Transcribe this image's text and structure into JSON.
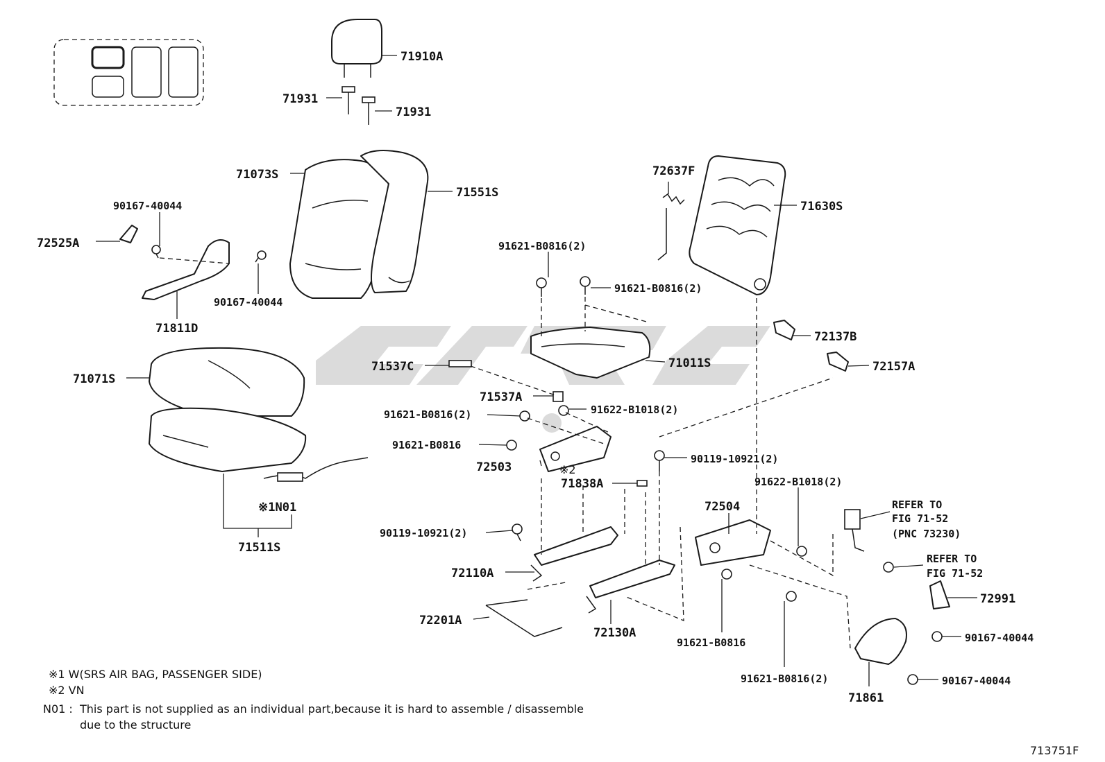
{
  "diagram_id": "713751F",
  "parts": {
    "p71910A": "71910A",
    "p71931_left": "71931",
    "p71931_right": "71931",
    "p71073S": "71073S",
    "p71551S": "71551S",
    "p72637F": "72637F",
    "p71630S": "71630S",
    "p90167_40044_a": "90167-40044",
    "p72525A": "72525A",
    "p90167_40044_b": "90167-40044",
    "p71811D": "71811D",
    "p91621_B0816_2_a": "91621-B0816(2)",
    "p91621_B0816_2_b": "91621-B0816(2)",
    "p71071S": "71071S",
    "p72137B": "72137B",
    "p71537C": "71537C",
    "p71011S": "71011S",
    "p72157A": "72157A",
    "p71537A": "71537A",
    "p91621_B0816_2_c": "91621-B0816(2)",
    "p91622_B1018_2_a": "91622-B1018(2)",
    "p91621_B0816_a": "91621-B0816",
    "p90119_10921_2_a": "90119-10921(2)",
    "p72503": "72503",
    "mark2": "※2",
    "p71838A": "71838A",
    "p91622_B1018_2_b": "91622-B1018(2)",
    "pN01": "※1N01",
    "p72504": "72504",
    "p71511S": "71511S",
    "refer1_line1": "REFER TO",
    "refer1_line2": "FIG 71-52",
    "refer1_line3": "(PNC 73230)",
    "p90119_10921_2_b": "90119-10921(2)",
    "refer2_line1": "REFER TO",
    "refer2_line2": "FIG 71-52",
    "p72110A": "72110A",
    "p72991": "72991",
    "p72201A": "72201A",
    "p72130A": "72130A",
    "p91621_B0816_b": "91621-B0816",
    "p90167_40044_c": "90167-40044",
    "p91621_B0816_2_d": "91621-B0816(2)",
    "p90167_40044_d": "90167-40044",
    "p71861": "71861"
  },
  "notes": {
    "note1": "※1 W(SRS AIR BAG, PASSENGER SIDE)",
    "note2": "※2 VN",
    "n01_code": "N01 :",
    "n01_line1": "This part is not supplied as an individual part,because it is hard to assemble / disassemble",
    "n01_line2": "due to the structure"
  },
  "colors": {
    "line": "#1a1a1a",
    "watermark": "#cfcfcf",
    "background": "#ffffff"
  }
}
